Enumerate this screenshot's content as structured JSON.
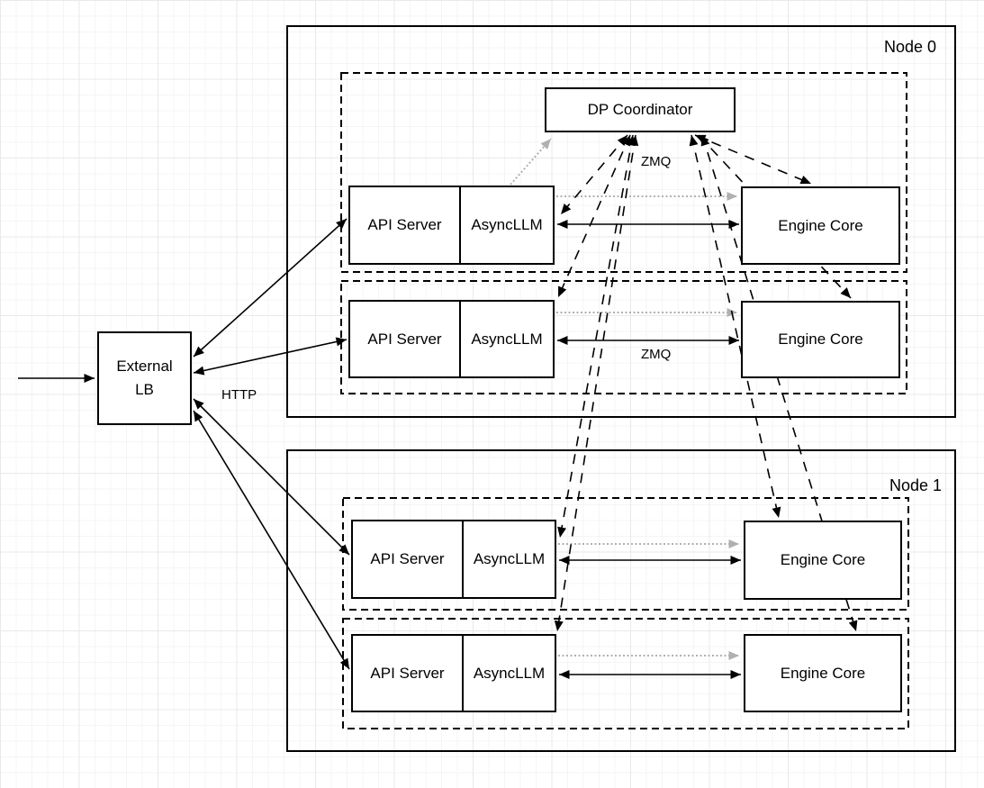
{
  "nodes": {
    "node0": "Node 0",
    "node1": "Node 1"
  },
  "components": {
    "api_server": "API Server",
    "async_llm": "AsyncLLM",
    "engine_core": "Engine Core",
    "dp_coordinator": "DP Coordinator",
    "external_lb_line1": "External",
    "external_lb_line2": "LB"
  },
  "edge_labels": {
    "http": "HTTP",
    "zmq_coordinator": "ZMQ",
    "zmq_row": "ZMQ"
  },
  "colors": {
    "stroke": "#000000",
    "dotted_gray": "#b0b0b0",
    "box_fill": "#ffffff",
    "grid_minor": "#f5f5f5",
    "grid_major": "#e9e9e9"
  },
  "connections": [
    {
      "from": "client",
      "to": "external-lb",
      "style": "solid-arrow"
    },
    {
      "from": "external-lb",
      "to": "node0-row1-api-server",
      "style": "solid-bidirectional",
      "label": "HTTP"
    },
    {
      "from": "external-lb",
      "to": "node0-row2-api-server",
      "style": "solid-bidirectional",
      "label": "HTTP"
    },
    {
      "from": "external-lb",
      "to": "node1-row1-api-server",
      "style": "solid-bidirectional",
      "label": "HTTP"
    },
    {
      "from": "external-lb",
      "to": "node1-row2-api-server",
      "style": "solid-bidirectional",
      "label": "HTTP"
    },
    {
      "from": "node0-row1-asyncllm",
      "to": "node0-row1-engine-core",
      "style": "solid-bidirectional",
      "label": "ZMQ"
    },
    {
      "from": "node0-row2-asyncllm",
      "to": "node0-row2-engine-core",
      "style": "solid-bidirectional",
      "label": "ZMQ"
    },
    {
      "from": "node1-row1-asyncllm",
      "to": "node1-row1-engine-core",
      "style": "solid-bidirectional",
      "label": "ZMQ"
    },
    {
      "from": "node1-row2-asyncllm",
      "to": "node1-row2-engine-core",
      "style": "solid-bidirectional",
      "label": "ZMQ"
    },
    {
      "from": "node0-row1-asyncllm",
      "to": "node0-row1-engine-core",
      "style": "dotted-gray-arrow"
    },
    {
      "from": "node0-row2-asyncllm",
      "to": "node0-row2-engine-core",
      "style": "dotted-gray-arrow"
    },
    {
      "from": "node1-row1-asyncllm",
      "to": "node1-row1-engine-core",
      "style": "dotted-gray-arrow"
    },
    {
      "from": "node1-row2-asyncllm",
      "to": "node1-row2-engine-core",
      "style": "dotted-gray-arrow"
    },
    {
      "from": "node0-row1-asyncllm",
      "to": "dp-coordinator",
      "style": "dotted-gray-arrow"
    },
    {
      "from": "dp-coordinator",
      "to": "node0-row1-asyncllm",
      "style": "dashed-bidirectional",
      "label": "ZMQ"
    },
    {
      "from": "dp-coordinator",
      "to": "node0-row2-asyncllm",
      "style": "dashed-bidirectional",
      "label": "ZMQ"
    },
    {
      "from": "dp-coordinator",
      "to": "node1-row1-asyncllm",
      "style": "dashed-bidirectional",
      "label": "ZMQ"
    },
    {
      "from": "dp-coordinator",
      "to": "node1-row2-asyncllm",
      "style": "dashed-bidirectional",
      "label": "ZMQ"
    },
    {
      "from": "dp-coordinator",
      "to": "node0-row1-engine-core",
      "style": "dashed-bidirectional",
      "label": "ZMQ"
    },
    {
      "from": "dp-coordinator",
      "to": "node0-row2-engine-core",
      "style": "dashed-bidirectional",
      "label": "ZMQ"
    },
    {
      "from": "dp-coordinator",
      "to": "node1-row1-engine-core",
      "style": "dashed-bidirectional",
      "label": "ZMQ"
    },
    {
      "from": "dp-coordinator",
      "to": "node1-row2-engine-core",
      "style": "dashed-bidirectional",
      "label": "ZMQ"
    }
  ]
}
